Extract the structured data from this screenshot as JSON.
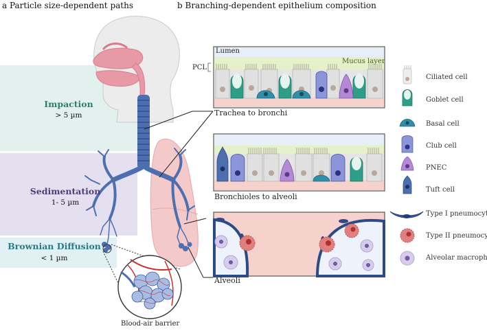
{
  "panel_a": {
    "title": "a Particle size-dependent paths",
    "bands": [
      {
        "title": "Impaction",
        "subtitle": "> 5 µm",
        "title_color": "#2f7f6a"
      },
      {
        "title": "Sedimentation",
        "subtitle": "1- 5 µm",
        "title_color": "#4e3e7e"
      },
      {
        "title": "Brownian Diffusion",
        "subtitle": "< 1 µm",
        "title_color": "#287a86"
      }
    ],
    "inset_label": "Blood-air barrier"
  },
  "panel_b": {
    "title": "b Branching-dependent epithelium composition",
    "box1": {
      "lumen": "Lumen",
      "pcl": "PCL",
      "mucus": "Mucus layer"
    },
    "region_labels": {
      "trachea": "Trachea to bronchi",
      "bronchioles": "Bronchioles to alveoli",
      "alveoli": "Alveoli"
    },
    "legend": [
      {
        "label": "Ciliated cell",
        "icon": "ciliated-cell-icon"
      },
      {
        "label": "Goblet cell",
        "icon": "goblet-cell-icon"
      },
      {
        "label": "Basal cell",
        "icon": "basal-cell-icon"
      },
      {
        "label": "Club cell",
        "icon": "club-cell-icon"
      },
      {
        "label": "PNEC",
        "icon": "pnec-icon"
      },
      {
        "label": "Tuft cell",
        "icon": "tuft-cell-icon"
      },
      {
        "label": "Type I pneumocyte",
        "icon": "type1-pneumocyte-icon"
      },
      {
        "label": "Type II pneumocyte",
        "icon": "type2-pneumocyte-icon"
      },
      {
        "label": "Alveolar macrophage",
        "icon": "alveolar-macrophage-icon"
      }
    ]
  },
  "colors": {
    "impaction_band": "#e3f1ee",
    "sedimentation_band": "#e4e0ef",
    "diffusion_band": "#e1f1f3",
    "airway_blue": "#4d6fb0",
    "lung_pink": "#f4c9c9",
    "lumen_blue": "#e8eef8",
    "mucus_green": "#e6f0c9",
    "tissue_pink": "#f6d2cd"
  }
}
